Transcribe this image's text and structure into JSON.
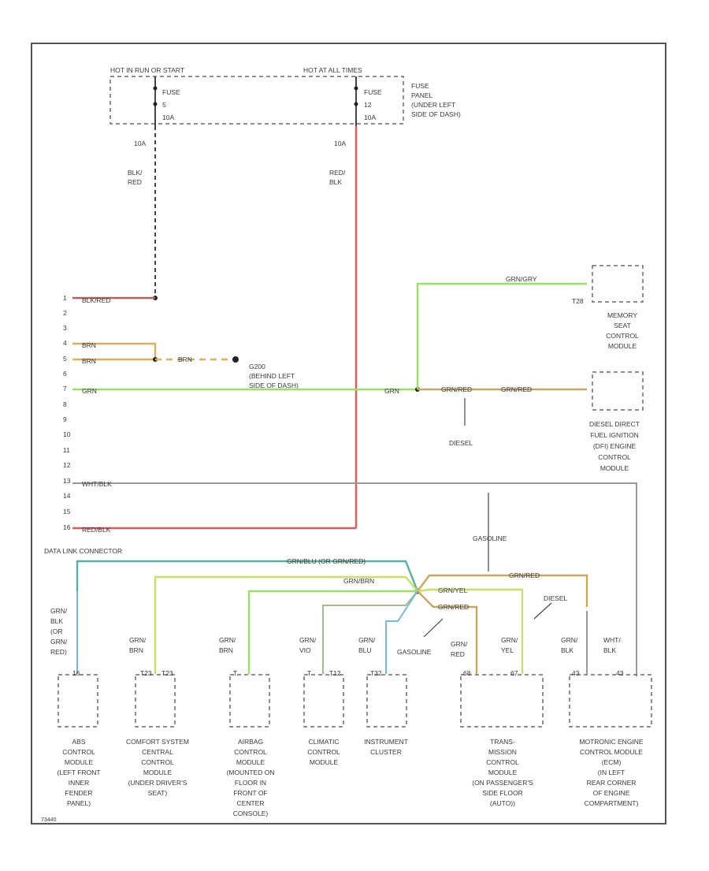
{
  "fuse_panel": {
    "hot_run_start": "HOT IN RUN OR START",
    "hot_all_times": "HOT AT ALL TIMES",
    "fuse_left": [
      "FUSE",
      "5",
      "10A"
    ],
    "fuse_right": [
      "FUSE",
      "12",
      "10A"
    ],
    "location": [
      "FUSE",
      "PANEL",
      "(UNDER LEFT",
      "SIDE OF DASH)"
    ]
  },
  "amp_left": "10A",
  "amp_right": "10A",
  "wire_left": [
    "BLK/",
    "RED"
  ],
  "wire_right": [
    "RED/",
    "BLK"
  ],
  "connector_pins": [
    "1",
    "2",
    "3",
    "4",
    "5",
    "6",
    "7",
    "8",
    "9",
    "10",
    "11",
    "12",
    "13",
    "14",
    "15",
    "16"
  ],
  "pin_labels": {
    "p1": "BLK/RED",
    "p4": "BRN",
    "p5": "BRN",
    "p7": "GRN",
    "p13": "WHT/BLK",
    "p16": "RED/BLK"
  },
  "ground": {
    "wire": "BRN",
    "label": [
      "G200",
      "(BEHIND LEFT",
      "SIDE OF DASH)"
    ]
  },
  "green_junction_label": "GRN",
  "memory_seat": {
    "wire": "GRN/GRY",
    "pin": "T28",
    "label": [
      "MEMORY",
      "SEAT",
      "CONTROL",
      "MODULE"
    ]
  },
  "diesel_module": {
    "wire1": "GRN/RED",
    "wire2": "GRN/RED",
    "label": [
      "DIESEL DIRECT",
      "FUEL IGNITION",
      "(DFI) ENGINE",
      "CONTROL",
      "MODULE"
    ]
  },
  "diesel_text": "DIESEL",
  "gasoline_text": "GASOLINE",
  "data_link_connector": "DATA LINK CONNECTOR",
  "lower_wires": {
    "top": "GRN/BLU (OR GRN/RED)",
    "second": "GRN/BRN",
    "right_top": "GRN/RED",
    "grn_yel": "GRN/YEL",
    "grn_red": "GRN/RED",
    "gasoline2": "GASOLINE",
    "diesel2": "DIESEL"
  },
  "module_wire_labels": {
    "abs": [
      "GRN/",
      "BLK",
      "(OR",
      "GRN/",
      "RED)"
    ],
    "comfort": [
      "GRN/",
      "BRN"
    ],
    "airbag": [
      "GRN/",
      "BRN"
    ],
    "climatic": [
      "GRN/",
      "VIO"
    ],
    "instrument": [
      "GRN/",
      "BLU"
    ],
    "trans_left": [
      "GRN/",
      "RED"
    ],
    "trans_right": [
      "GRN/",
      "YEL"
    ],
    "motronic_left": [
      "GRN/",
      "BLK"
    ],
    "motronic_right": [
      "WHT/",
      "BLK"
    ]
  },
  "modules": {
    "abs": [
      "ABS",
      "CONTROL",
      "MODULE",
      "(LEFT FRONT",
      "INNER",
      "FENDER",
      "PANEL)"
    ],
    "comfort": [
      "COMFORT SYSTEM",
      "CENTRAL",
      "CONTROL",
      "MODULE",
      "(UNDER DRIVER'S",
      "SEAT)"
    ],
    "airbag": [
      "AIRBAG",
      "CONTROL",
      "MODULE",
      "(MOUNTED ON",
      "FLOOR IN",
      "FRONT OF",
      "CENTER",
      "CONSOLE)"
    ],
    "climatic": [
      "CLIMATIC",
      "CONTROL",
      "MODULE"
    ],
    "instrument": [
      "INSTRUMENT",
      "CLUSTER"
    ],
    "trans": [
      "TRANS-",
      "MISSION",
      "CONTROL",
      "MODULE",
      "(ON PASSENGER'S",
      "SIDE FLOOR",
      "(AUTO))"
    ],
    "motronic": [
      "MOTRONIC ENGINE",
      "CONTROL MODULE",
      "(ECM)",
      "(IN LEFT",
      "REAR CORNER",
      "OF ENGINE",
      "COMPARTMENT)"
    ]
  },
  "module_pins": {
    "abs": "16",
    "comfort": "T23",
    "comfort2": "T23",
    "airbag": "T",
    "climatic": "T",
    "climatic2": "T12",
    "instrument": "T32",
    "trans_l": "68",
    "trans_r": "67",
    "motronic_l": "43",
    "motronic_r": "43"
  },
  "footer_code": "73440"
}
